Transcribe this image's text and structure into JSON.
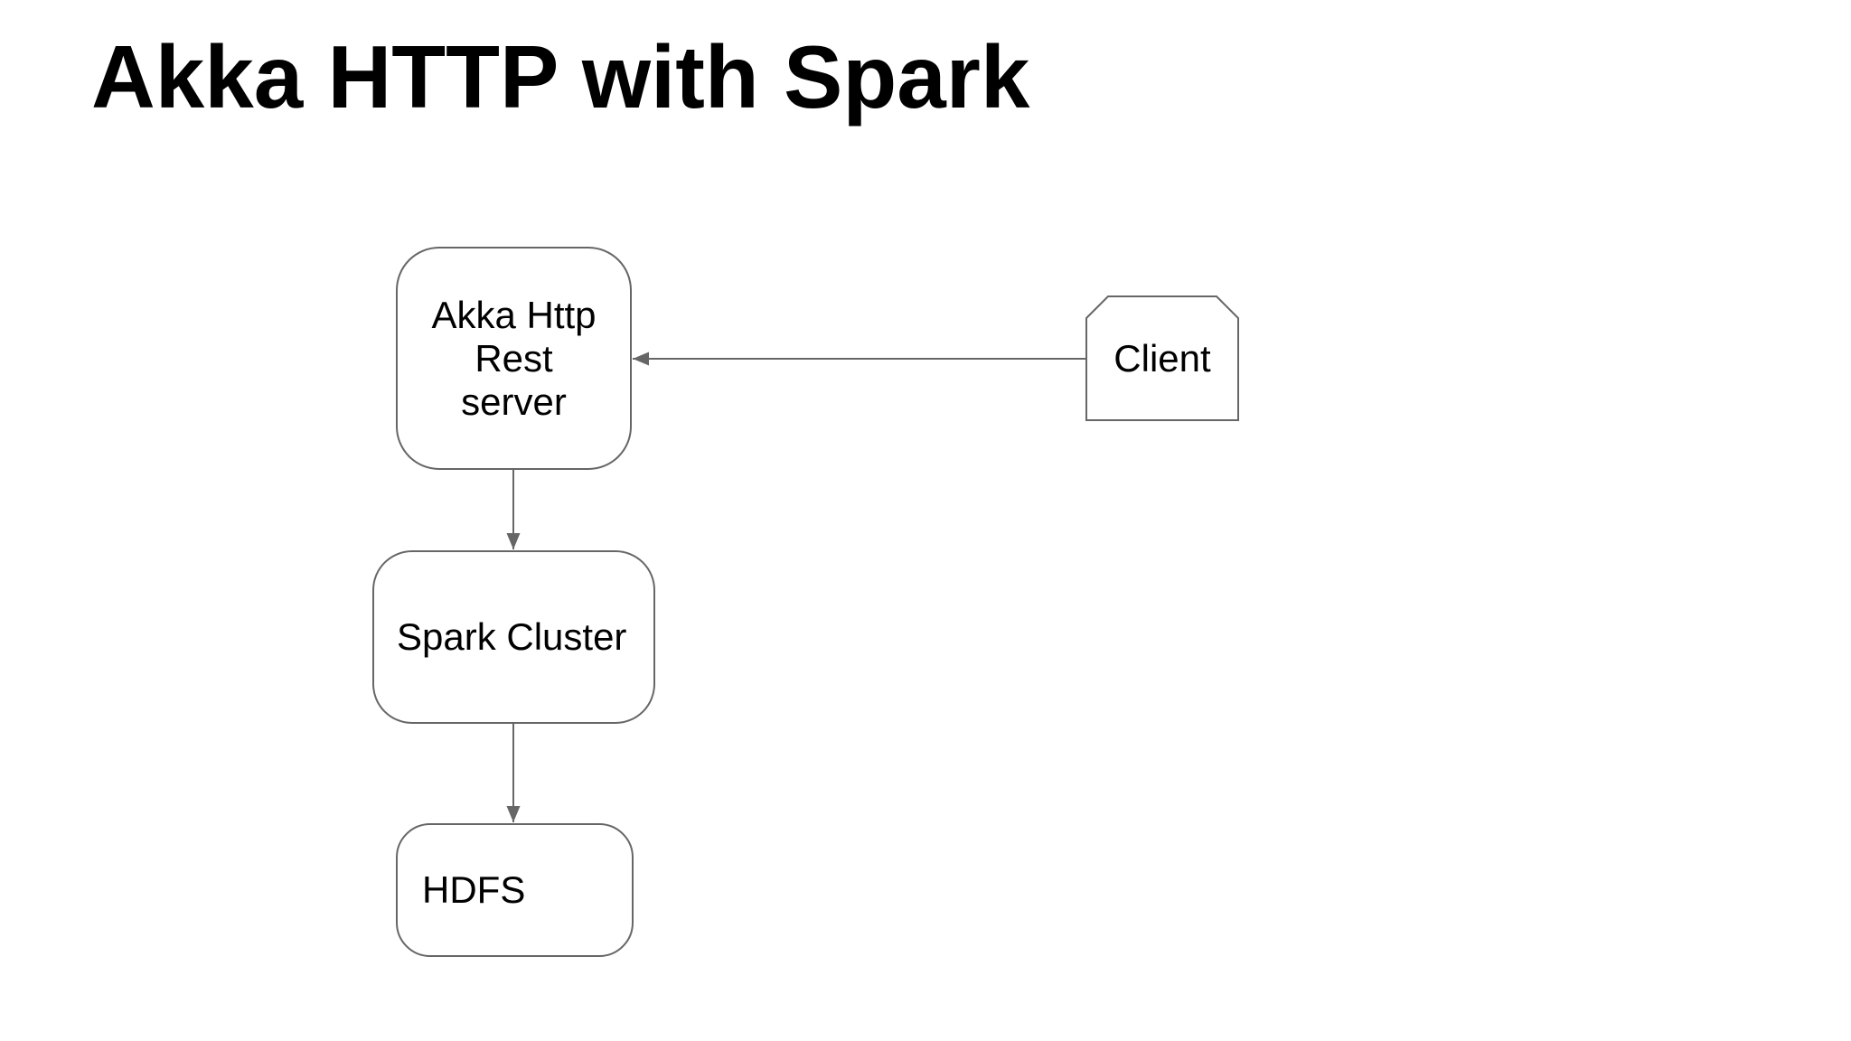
{
  "title": "Akka HTTP with Spark",
  "diagram": {
    "type": "architecture-flowchart",
    "nodes": {
      "akka": {
        "label": "Akka Http\nRest\nserver",
        "shape": "rounded-rectangle"
      },
      "spark": {
        "label": "Spark Cluster",
        "shape": "rounded-rectangle"
      },
      "hdfs": {
        "label": "HDFS",
        "shape": "rounded-rectangle"
      },
      "client": {
        "label": "Client",
        "shape": "card-beveled-top-corners"
      }
    },
    "edges": [
      {
        "from": "client",
        "to": "akka",
        "arrow": "into-left-side-of-akka"
      },
      {
        "from": "akka",
        "to": "spark",
        "arrow": "down"
      },
      {
        "from": "spark",
        "to": "hdfs",
        "arrow": "down"
      }
    ],
    "colors": {
      "stroke": "#666666",
      "text": "#000000",
      "node_fill": "#ffffff",
      "background": "#ffffff"
    }
  }
}
